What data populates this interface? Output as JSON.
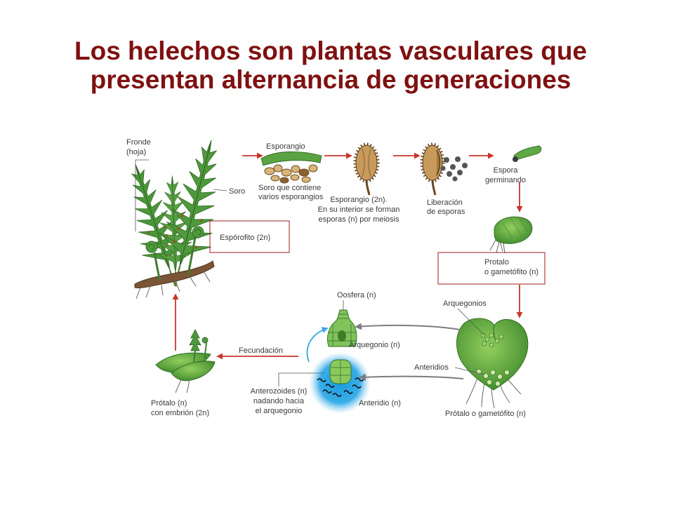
{
  "title": {
    "line1": "Los helechos son plantas vasculares que",
    "line2": "presentan alternancia de generaciones"
  },
  "colors": {
    "title": "#7f1111",
    "cycle_arrow": "#c8352b",
    "pointer_arrow": "#7d7d7d",
    "fertilization_arrow": "#3aa7df",
    "label_box_border": "#9c1c1c",
    "label_text": "#3a3a3a"
  },
  "diagram": {
    "esporofito": {
      "fronde": [
        "Fronde",
        "(hoja)"
      ],
      "soro": "Soro",
      "box_label": "Espórofito (2n)"
    },
    "esporangio": {
      "label": "Esporangio",
      "soro_desc": [
        "Soro que contiene",
        "varios esporangios"
      ],
      "detail": [
        "Esporangio (2n).",
        "En su interior se forman",
        "esporas (n) por meiosis"
      ]
    },
    "liberacion": [
      "Liberación",
      "de esporas"
    ],
    "espora": [
      "Espora",
      "germinando"
    ],
    "protalo_box": [
      "Protalo",
      "o gametófito (n)"
    ],
    "gametofito": {
      "arquegonios": "Arquegonios",
      "anteridios": "Anteridios",
      "caption": "Prótalo o gametófito (n)"
    },
    "oosfera": "Oosfera (n)",
    "arquegonio": "Arquegonio (n)",
    "anteridio": "Anteridio (n)",
    "anterozoides": [
      "Anterozoides (n)",
      "nadando hacia",
      "el arquegonio"
    ],
    "fecundacion": "Fecundación",
    "protalo_embrion": [
      "Prótalo (n)",
      "con embrión (2n)"
    ]
  }
}
